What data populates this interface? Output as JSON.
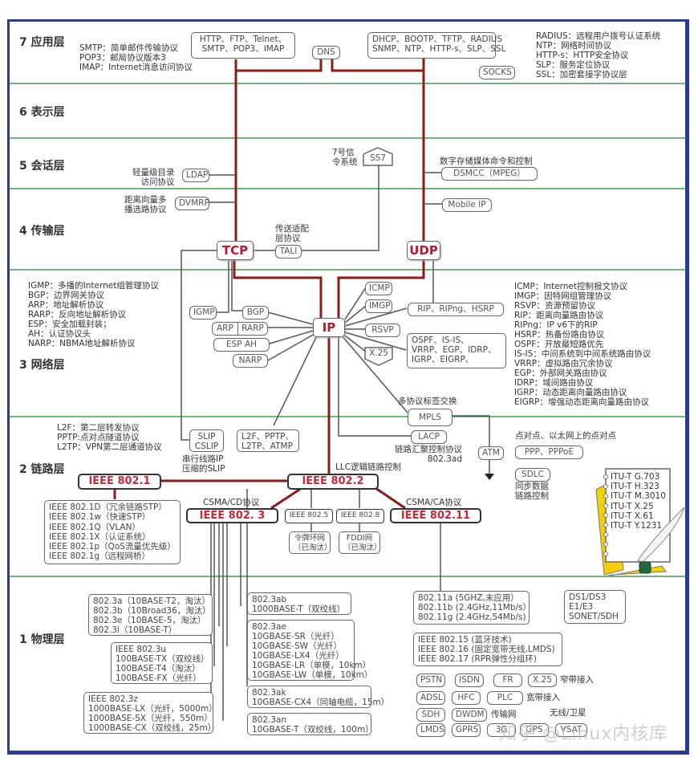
{
  "title": "TCP/IP 协议族分层图",
  "layers": [
    {
      "label": "7 应用层"
    },
    {
      "label": "6 表示层"
    },
    {
      "label": "5 会话层"
    },
    {
      "label": "4 传输层"
    },
    {
      "label": "3 网络层"
    },
    {
      "label": "2 链路层"
    },
    {
      "label": "1 物理层"
    }
  ],
  "colors": {
    "frame": "#2b3a98",
    "layer_divider": "#3aa04a",
    "core_line": "#8b1a1a",
    "core_text": "#b01c2e",
    "ieee_text": "#c8283c"
  },
  "app": {
    "notes_left": "SMTP：简单邮件传输协议\nPOP3：邮局协议版本3\nIMAP：Internet消息访问协议",
    "tcp_apps": "HTTP、FTP、Telnet、\nSMTP、POP3、IMAP",
    "dns": "DNS",
    "udp_apps": "DHCP、BOOTP、TFTP、RADIUS\nSNMP、NTP、HTTP-s、SLP、SSL",
    "socks": "SOCKS",
    "notes_right": "RADIUS：远程用户拨号认证系统\nNTP：网络时间协议\nHTTP-s：HTTP安全协议\nSLP：服务定位协议\nSSL：加密套接字协议层"
  },
  "session": {
    "ldap_desc": "轻量级目录\n访问协议",
    "ldap": "LDAP",
    "ss7_desc": "7号信\n令系统",
    "ss7": "SS7",
    "dsmcc_desc": "数字存储媒体命令和控制",
    "dsmcc": "DSMCC（MPEG）"
  },
  "transport": {
    "dvmrp_desc": "距离向量多\n播选路协议",
    "dvmrp": "DVMRP",
    "mobile_ip": "Mobile IP",
    "tali_desc": "传送适配\n层协议",
    "tali": "TALI",
    "tcp": "TCP",
    "udp": "UDP"
  },
  "network": {
    "notes_left": "IGMP：多播的Internet组管理协议\nBGP：边界网关协议\nARP：地址解析协议\nRARP：反向地址解析协议\nESP：安全加载封装；\nAH：认证协议头\nNARP：NBMA地址解析协议",
    "ip": "IP",
    "igmp": "IGMP",
    "bgp": "BGP",
    "arp": "ARP",
    "rarp": "RARP",
    "esp_ah": "ESP  AH",
    "narp": "NARP",
    "icmp": "ICMP",
    "imgp": "IMGP",
    "rip_group": "RIP、RIPng、HSRP",
    "rsvp": "RSVP",
    "ospf_group": "OSPF、IS-IS、\nVRRP、EGP、IDRP、\nIGRP、EIGRP、",
    "x25": "X.25",
    "notes_right": "ICMP：Internet控制报文协议\nIMGP：因特网组管理协议\nRSVP：资源预留协议\nRIP：距离向量路由协议\nRIPng：IP v6下的RIP\nHSRP：热备份路由协议\nOSPF：开放最短路优先\nIS-IS：中间系统到中间系统路由协议\nVRRP：虚拟路由冗余协议\nEGP：外部网关路由协议\nIDRP：域间路由协议\nIGRP：动态距离向量路由协议\nEIGRP：增强动态距离向量路由协议",
    "mpls_desc": "多协议标签交换",
    "mpls": "MPLS"
  },
  "link": {
    "notes_left": "L2F：第二层转发协议\nPPTP:点对点隧道协议\nL2TP：VPN第二层通道协议",
    "slip": "SLIP\nCSLIP",
    "slip_desc": "串行线路IP\n压缩的SLIP",
    "l2f_group": "L2F、PPTP、\nL2TP、ATMP",
    "lacp": "LACP",
    "lacp_desc": "链路汇聚控制协议\n802.3ad",
    "atm": "ATM",
    "ppp_desc": "点对点、以太网上的点对点",
    "ppp": "PPP、PPPoE",
    "sdlc": "SDLC",
    "sdlc_desc": "同步数据\n链路控制",
    "llc_desc": "LLC逻辑链路控制",
    "ieee8021": "IEEE 802.1",
    "ieee8022": "IEEE 802.2",
    "ieee8023": "IEEE  802. 3",
    "csma_cd": "CSMA/CD协议",
    "ieee8025": "IEEE 802.5",
    "ieee8028": "IEEE 802.8",
    "token_ring": "令牌环网\n（已淘汰）",
    "fddi": "FDDI网\n（已淘汰）",
    "csma_ca": "CSMA/CA协议",
    "ieee80211": "IEEE 802.11",
    "ieee8021_list": "IEEE 802.1D（冗余链路STP）\nIEEE 802.1w（快速STP）\nIEEE 802.1Q（VLAN）\nIEEE 802.1X（认证系统）\nIEEE 802.1p（QoS流量优先级）\nIEEE 802.1g（远程网桥）",
    "itu_list": "ITU-T G.703\nITU-T H.323\nITU-T M.3010\nITU-T X.25\nITU-T X.61\nITU-T Y.1231"
  },
  "physical": {
    "box_8023a": "802.3a（10BASE-T2，淘汰）\n802.3b（10Broad36，淘汰）\n802.3e（10BASE-5，淘汰）\n802.3i（10BASE-T）",
    "box_8023u": "IEEE 802.3u\n100BASE-TX（双绞线）\n100BASE-T4（淘汰）\n100BASE-FX（光纤）",
    "box_8023z": "IEEE 802.3z\n1000BASE-LX（光纤，5000m）\n1000BASE-SX（光纤，550m）\n1000BASE-CX（双绞线，25m）",
    "box_8023ab": "802.3ab\n1000BASE-T（双绞线）",
    "box_8023ae": "802.3ae\n10GBASE-SR（光纤）\n10GBASE-SW（光纤）\n10GBASE-LX4（光纤）\n10GBASE-LR（单模，10km）\n10GBASE-LW（单模，10km）",
    "box_8023ak": "802.3ak\n10GBASE-CX4（同轴电缆，15m）",
    "box_8023an": "802.3an\n10GBASE-T（双绞线，100m）",
    "box_80211": "802.11a (5GHZ,未应用）\n802.11b (2.4GHz,11Mb/s）\n802.11g (2.4GHz,54Mb/s)",
    "box_ds": "DS1/DS3\nE1/E3\nSONET/SDH",
    "box_80215": "IEEE 802.15 (蓝牙技术)\nIEEE 802.16 (固定宽带无线,LMDS)\nIEEE 802.17 (RPR弹性分组环)",
    "narrowband": [
      "PSTN",
      "ISDN",
      "FR",
      "X.25"
    ],
    "narrowband_label": "窄带接入",
    "broadband": [
      "ADSL",
      "HFC",
      "PLC"
    ],
    "broadband_label": "宽带接入",
    "transport_net": [
      "SDH",
      "DWDM"
    ],
    "transport_net_label": "传输网",
    "wireless": [
      "LMDS",
      "GPRS",
      "3G",
      "GPS",
      "VSAT"
    ],
    "wireless_label": "无线/卫星"
  },
  "watermark": "知乎 @Linux内核库"
}
